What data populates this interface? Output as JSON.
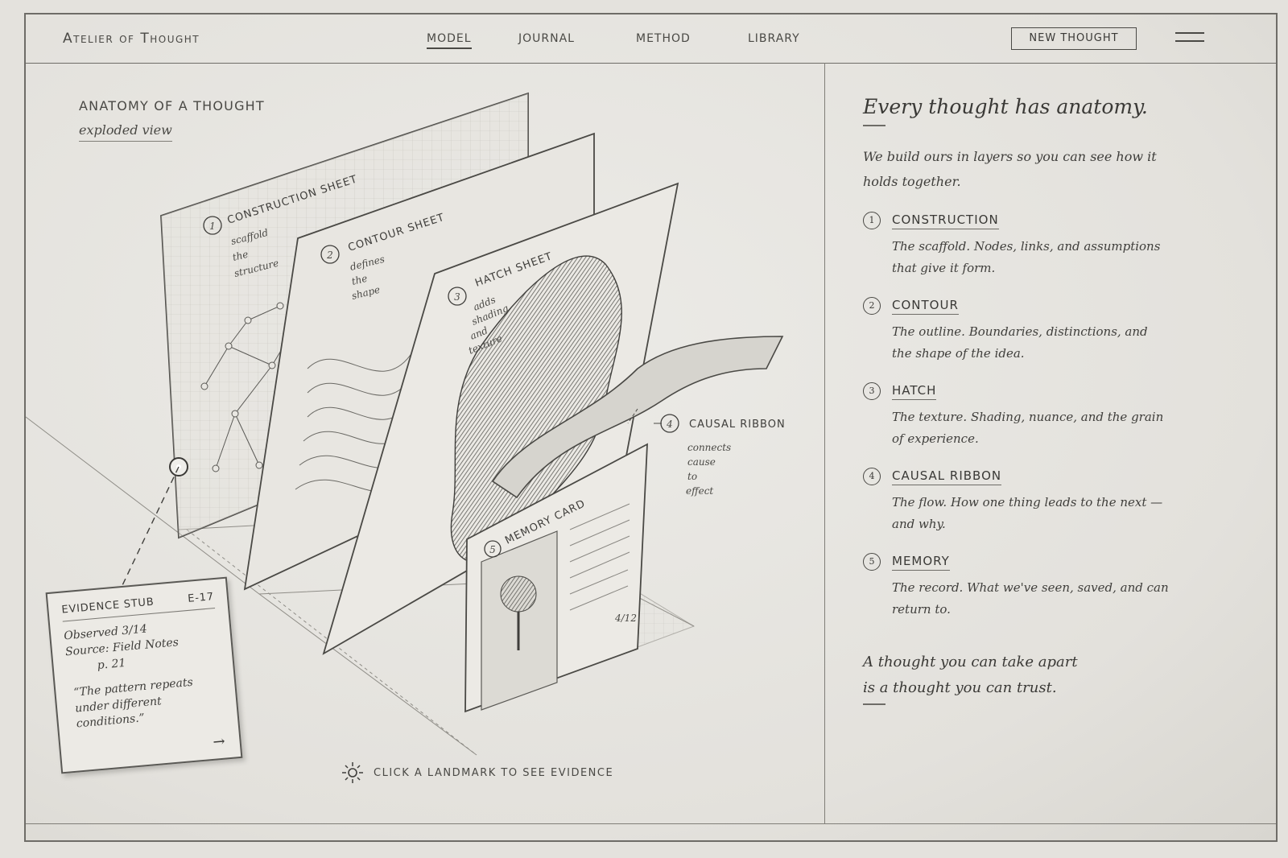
{
  "nav": {
    "brand": "Atelier of Thought",
    "links": [
      "Model",
      "Journal",
      "Method",
      "Library"
    ],
    "cta": "New Thought"
  },
  "diagram": {
    "title": "Anatomy of a Thought",
    "subtitle": "exploded view",
    "sheets": [
      {
        "num": "1",
        "label": "Construction Sheet",
        "note": [
          "scaffold",
          "the",
          "structure"
        ]
      },
      {
        "num": "2",
        "label": "Contour Sheet",
        "note": [
          "defines",
          "the",
          "shape"
        ]
      },
      {
        "num": "3",
        "label": "Hatch Sheet",
        "note": [
          "adds",
          "shading",
          "and",
          "texture"
        ]
      },
      {
        "num": "4",
        "label": "Causal Ribbon",
        "note": [
          "connects",
          "cause",
          "to",
          "effect"
        ]
      },
      {
        "num": "5",
        "label": "Memory Card",
        "page": "4/12"
      }
    ],
    "hint": "Click a landmark to see evidence",
    "hint_icon": "sun-icon"
  },
  "evidence": {
    "title": "Evidence Stub",
    "id": "E-17",
    "observed": "Observed 3/14",
    "source": "Source: Field Notes",
    "page": "p. 21",
    "quote": "“The pattern repeats under different conditions.”",
    "arrow": "→"
  },
  "panel": {
    "headline": "Every thought has anatomy.",
    "intro": "We build ours in layers so you can see how it holds together.",
    "layers": [
      {
        "num": "1",
        "title": "Construction",
        "desc": "The scaffold. Nodes, links, and assumptions that give it form."
      },
      {
        "num": "2",
        "title": "Contour",
        "desc": "The outline. Boundaries, distinctions, and the shape of the idea."
      },
      {
        "num": "3",
        "title": "Hatch",
        "desc": "The texture. Shading, nuance, and the grain of experience."
      },
      {
        "num": "4",
        "title": "Causal Ribbon",
        "desc": "The flow. How one thing leads to the next — and why."
      },
      {
        "num": "5",
        "title": "Memory",
        "desc": "The record. What we've seen, saved, and can return to."
      }
    ],
    "closing_1": "A thought you can take apart",
    "closing_2": "is a thought you can trust."
  }
}
